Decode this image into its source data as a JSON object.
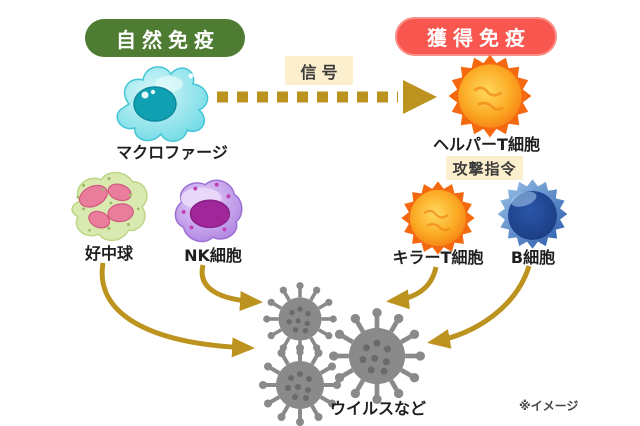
{
  "header": {
    "innate_badge": "自然免疫",
    "acquired_badge": "獲得免疫"
  },
  "arrows": {
    "signal_label": "信号",
    "attack_label": "攻撃指令"
  },
  "cells": {
    "macrophage": "マクロファージ",
    "helper_t": "ヘルパーT細胞",
    "neutrophil": "好中球",
    "nk": "NK細胞",
    "killer_t": "キラーT細胞",
    "b_cell": "B細胞"
  },
  "virus": {
    "label": "ウイルスなど"
  },
  "footnote": "※イメージ",
  "colors": {
    "innate_green": "#4e7c33",
    "acquired_red": "#f8574f",
    "arrow_gold": "#bd931f",
    "label_cream": "#fcefcd",
    "virus_gray": "#8a8a8a",
    "macrophage_cyan": "#6cd9e4",
    "tcell_orange": "#f4690f",
    "bcell_blue": "#2e62b2",
    "neutrophil_green": "#d9e9af",
    "nk_purple": "#ad7fe0"
  }
}
